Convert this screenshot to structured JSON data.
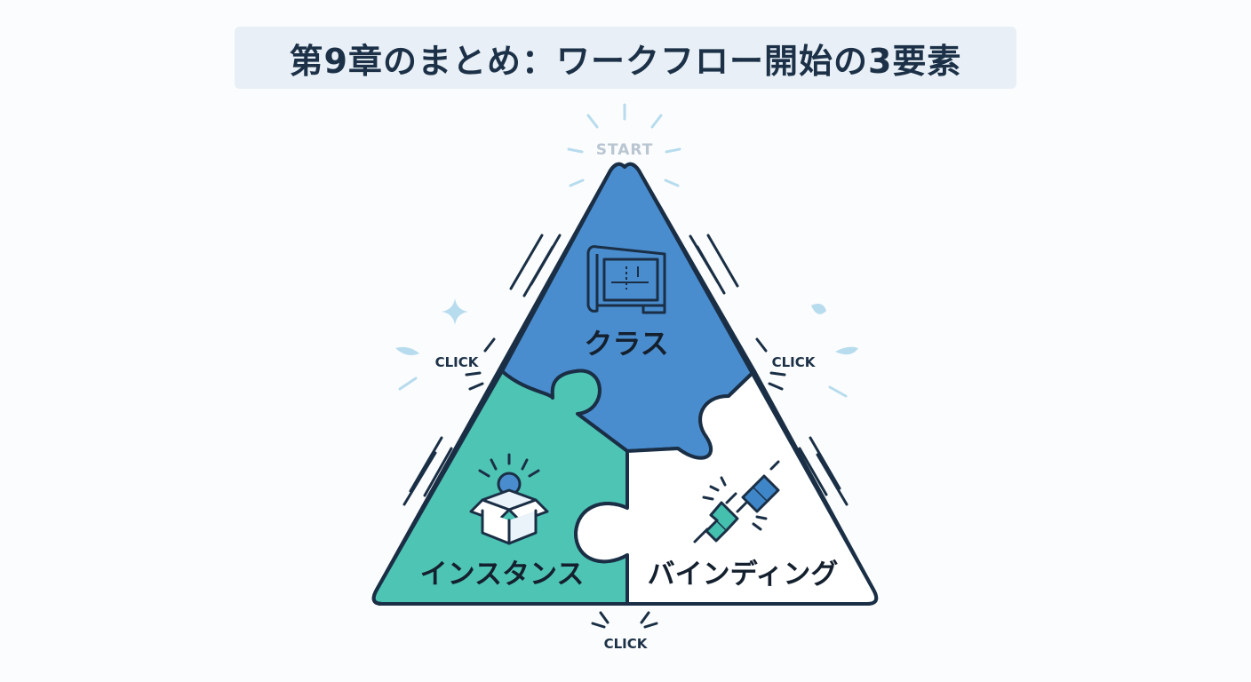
{
  "title": "第9章のまとめ：ワークフロー開始の3要素",
  "start_label": "START",
  "click_labels": [
    "CLICK",
    "CLICK",
    "CLICK"
  ],
  "pieces": [
    {
      "label": "クラス",
      "color": "#4a8dcf",
      "icon": "blueprint-icon"
    },
    {
      "label": "インスタンス",
      "color": "#4ec4b5",
      "icon": "open-box-icon"
    },
    {
      "label": "バインディング",
      "color": "#ffffff",
      "icon": "plug-connector-icon"
    }
  ],
  "colors": {
    "outline": "#1a2f45",
    "accent_light": "#b7dcee",
    "accent_blue": "#3f86c8",
    "accent_teal": "#45bfae"
  }
}
